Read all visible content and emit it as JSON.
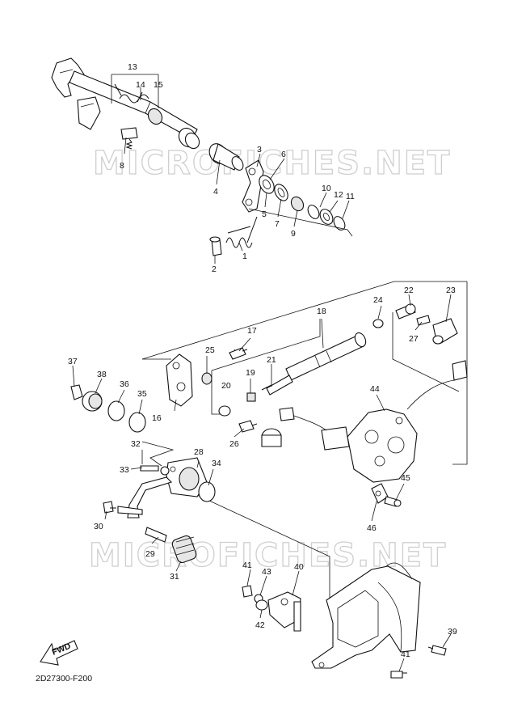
{
  "diagram": {
    "watermark": "MICROFICHES.NET",
    "drawing_code": "2D27300-F200",
    "fwd_label": "FWD",
    "callouts": [
      "1",
      "2",
      "3",
      "4",
      "5",
      "6",
      "7",
      "8",
      "9",
      "10",
      "11",
      "12",
      "13",
      "14",
      "15",
      "16",
      "17",
      "18",
      "19",
      "20",
      "21",
      "22",
      "23",
      "24",
      "25",
      "26",
      "27",
      "28",
      "29",
      "30",
      "31",
      "32",
      "33",
      "34",
      "35",
      "36",
      "37",
      "38",
      "39",
      "40",
      "41",
      "42",
      "43",
      "44",
      "45",
      "46"
    ]
  }
}
